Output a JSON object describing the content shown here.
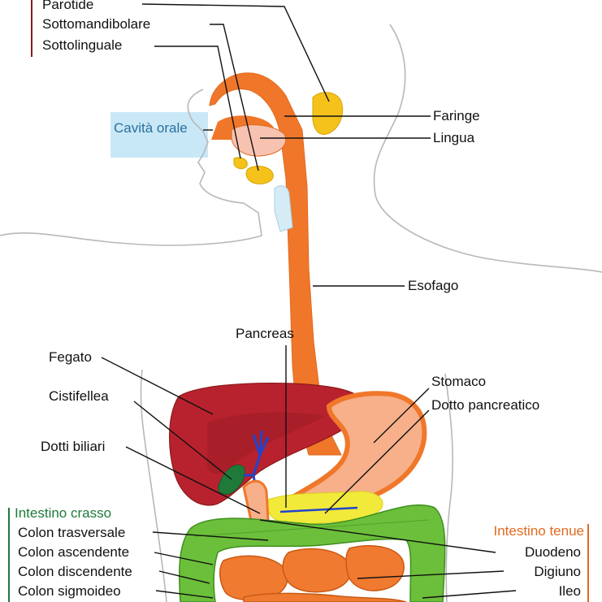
{
  "colors": {
    "salivary_group": "#8b1a1a",
    "oral": "#2a6f9e",
    "oral_bg": "#c9e8f7",
    "esophagus": "#f0772a",
    "liver": "#b8222e",
    "stomach": "#f7b08a",
    "gallbladder": "#1f7a3a",
    "pancreas": "#f2ea3a",
    "large_intestine": "#6cbf3a",
    "large_label": "#1f7a3a",
    "small_intestine": "#f07a30",
    "small_label": "#e06a20",
    "bile_ducts": "#2244cc",
    "outline": "#b8b8b8"
  },
  "labels": {
    "parotide": "Parotide",
    "sottomandibolare": "Sottomandibolare",
    "sottolinguale": "Sottolinguale",
    "cavita_orale": "Cavità orale",
    "faringe": "Faringe",
    "lingua": "Lingua",
    "esofago": "Esofago",
    "pancreas": "Pancreas",
    "fegato": "Fegato",
    "stomaco": "Stomaco",
    "cistifellea": "Cistifellea",
    "dotto_pancreatico": "Dotto pancreatico",
    "dotti_biliari": "Dotti biliari",
    "intestino_crasso": "Intestino crasso",
    "colon_trasversale": "Colon trasversale",
    "colon_ascendente": "Colon ascendente",
    "colon_discendente": "Colon discendente",
    "colon_sigmoideo": "Colon sigmoideo",
    "intestino_tenue": "Intestino tenue",
    "duodeno": "Duodeno",
    "digiuno": "Digiuno",
    "ileo": "Ileo"
  }
}
